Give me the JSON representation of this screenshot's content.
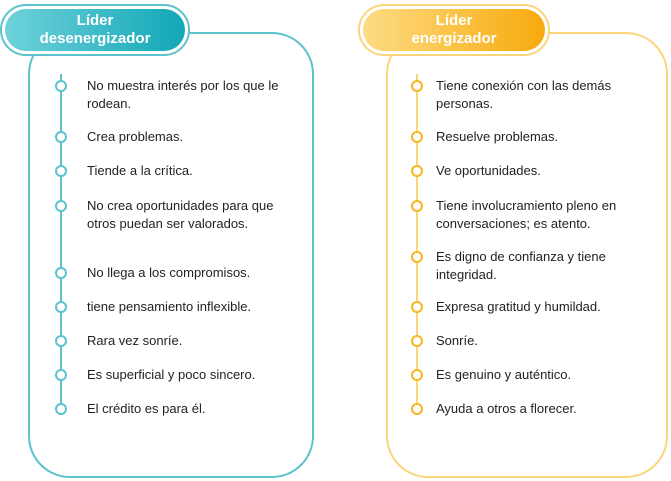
{
  "left": {
    "title": "Líder\ndesenergizador",
    "items": [
      "No muestra interés por los que le rodean.",
      "Crea problemas.",
      "Tiende a la crítica.",
      "No crea oportunidades para que otros puedan ser valorados.",
      "No llega a los compromisos.",
      "tiene pensamiento inflexible.",
      "Rara vez sonríe.",
      "Es superficial y poco sincero.",
      "El crédito es para él."
    ]
  },
  "right": {
    "title": "Líder\nenergizador",
    "items": [
      "Tiene conexión con las demás personas.",
      "Resuelve problemas.",
      "Ve oportunidades.",
      "Tiene involucramiento pleno en conversaciones; es atento.",
      "Es digno de confianza y tiene integridad.",
      "Expresa gratitud y humildad.",
      "Sonríe.",
      "Es genuino y auténtico.",
      "Ayuda a otros a florecer."
    ]
  },
  "colors": {
    "teal": "#12a7b7",
    "teal_light": "#5cc3cd",
    "orange": "#f8aa0c",
    "orange_light": "#fbd57a"
  }
}
